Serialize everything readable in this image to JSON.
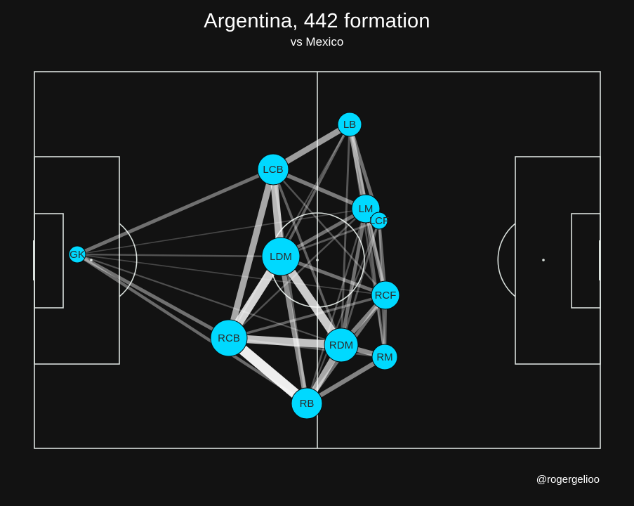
{
  "title": "Argentina, 442 formation",
  "subtitle": "vs Mexico",
  "credit": "@rogergelioo",
  "colors": {
    "background": "#121212",
    "pitch_lines": "#d9e0dc",
    "node_fill": "#00d9ff",
    "node_stroke": "#0a0a0a",
    "edge": "#ffffff",
    "label": "#2b2b2b"
  },
  "players": [
    {
      "id": "GK",
      "label": "GK"
    },
    {
      "id": "LCB",
      "label": "LCB"
    },
    {
      "id": "RCB",
      "label": "RCB"
    },
    {
      "id": "LB",
      "label": "LB"
    },
    {
      "id": "RB",
      "label": "RB"
    },
    {
      "id": "LDM",
      "label": "LDM"
    },
    {
      "id": "RDM",
      "label": "RDM"
    },
    {
      "id": "LM",
      "label": "LM"
    },
    {
      "id": "RM",
      "label": "RM"
    },
    {
      "id": "LCF",
      "label": "LCF"
    },
    {
      "id": "RCF",
      "label": "RCF"
    }
  ],
  "passes": [
    {
      "from": "RCB",
      "to": "RB",
      "weight": 1.0
    },
    {
      "from": "LDM",
      "to": "RCB",
      "weight": 0.85
    },
    {
      "from": "LDM",
      "to": "RDM",
      "weight": 0.8
    },
    {
      "from": "RCB",
      "to": "RDM",
      "weight": 0.75
    },
    {
      "from": "LCB",
      "to": "LDM",
      "weight": 0.7
    },
    {
      "from": "LCB",
      "to": "RCB",
      "weight": 0.6
    },
    {
      "from": "LCB",
      "to": "LB",
      "weight": 0.55
    },
    {
      "from": "RDM",
      "to": "RB",
      "weight": 0.6
    },
    {
      "from": "LDM",
      "to": "RB",
      "weight": 0.45
    },
    {
      "from": "LB",
      "to": "LM",
      "weight": 0.45
    },
    {
      "from": "RDM",
      "to": "RM",
      "weight": 0.45
    },
    {
      "from": "RB",
      "to": "RM",
      "weight": 0.4
    },
    {
      "from": "RDM",
      "to": "RCF",
      "weight": 0.4
    },
    {
      "from": "LM",
      "to": "RCF",
      "weight": 0.35
    },
    {
      "from": "LCB",
      "to": "LM",
      "weight": 0.35
    },
    {
      "from": "LDM",
      "to": "RCF",
      "weight": 0.3
    },
    {
      "from": "LDM",
      "to": "LM",
      "weight": 0.3
    },
    {
      "from": "GK",
      "to": "RCB",
      "weight": 0.3
    },
    {
      "from": "GK",
      "to": "LCB",
      "weight": 0.3
    },
    {
      "from": "GK",
      "to": "RB",
      "weight": 0.25
    },
    {
      "from": "RB",
      "to": "RCF",
      "weight": 0.3
    },
    {
      "from": "LB",
      "to": "LCF",
      "weight": 0.3
    },
    {
      "from": "LM",
      "to": "RDM",
      "weight": 0.3
    },
    {
      "from": "RCF",
      "to": "RM",
      "weight": 0.25
    },
    {
      "from": "LCF",
      "to": "RCF",
      "weight": 0.25
    },
    {
      "from": "LB",
      "to": "LDM",
      "weight": 0.2
    },
    {
      "from": "RCB",
      "to": "RCF",
      "weight": 0.2
    },
    {
      "from": "LM",
      "to": "RM",
      "weight": 0.2
    },
    {
      "from": "LCB",
      "to": "RDM",
      "weight": 0.2
    },
    {
      "from": "LCB",
      "to": "RB",
      "weight": 0.2
    },
    {
      "from": "LB",
      "to": "RCF",
      "weight": 0.15
    },
    {
      "from": "LB",
      "to": "RDM",
      "weight": 0.15
    },
    {
      "from": "LCF",
      "to": "RDM",
      "weight": 0.15
    },
    {
      "from": "LCF",
      "to": "RM",
      "weight": 0.15
    },
    {
      "from": "GK",
      "to": "LDM",
      "weight": 0.12
    },
    {
      "from": "GK",
      "to": "RDM",
      "weight": 0.1
    },
    {
      "from": "GK",
      "to": "RCF",
      "weight": 0.06
    },
    {
      "from": "GK",
      "to": "LM",
      "weight": 0.06
    },
    {
      "from": "RCB",
      "to": "LM",
      "weight": 0.12
    },
    {
      "from": "LDM",
      "to": "LCF",
      "weight": 0.15
    },
    {
      "from": "LCB",
      "to": "RCF",
      "weight": 0.12
    },
    {
      "from": "RB",
      "to": "LM",
      "weight": 0.12
    },
    {
      "from": "LB",
      "to": "RCB",
      "weight": 0.1
    },
    {
      "from": "LB",
      "to": "RM",
      "weight": 0.12
    },
    {
      "from": "RCB",
      "to": "RM",
      "weight": 0.15
    },
    {
      "from": "LCF",
      "to": "RB",
      "weight": 0.1
    }
  ]
}
